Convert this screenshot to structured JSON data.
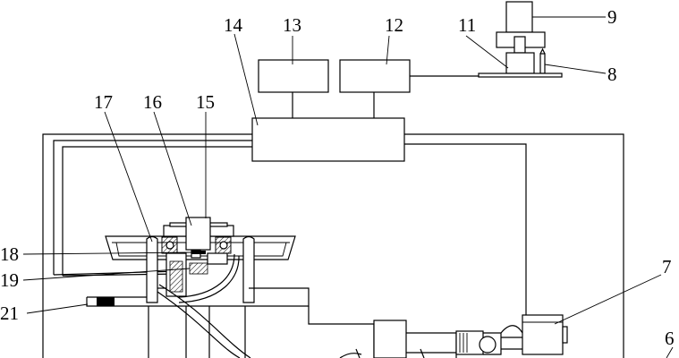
{
  "figure": {
    "labels": {
      "l6": "6",
      "l7": "7",
      "l8": "8",
      "l9": "9",
      "l11": "11",
      "l12": "12",
      "l13": "13",
      "l14": "14",
      "l15": "15",
      "l16": "16",
      "l17": "17",
      "l18": "18",
      "l19": "19",
      "l21": "21"
    }
  }
}
